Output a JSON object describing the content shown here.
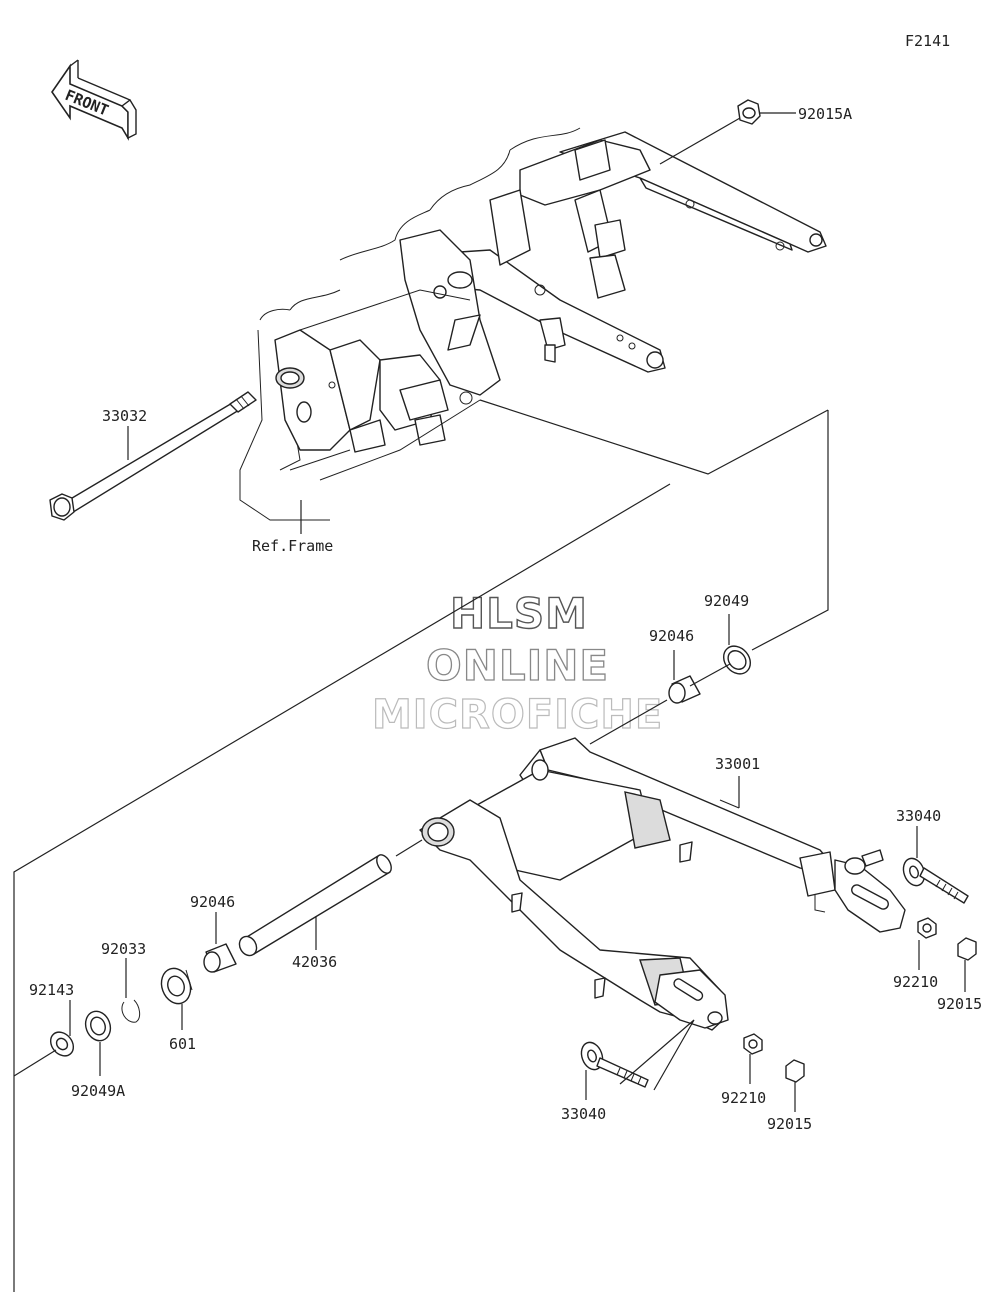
{
  "figure_code": "F2141",
  "front_label": "FRONT",
  "ref_label": "Ref.Frame",
  "watermark": {
    "line1": "HLSM",
    "line2": "ONLINE",
    "line3": "MICROFICHE"
  },
  "parts": {
    "p92015A": "92015A",
    "p33032": "33032",
    "p92049": "92049",
    "p92046_top": "92046",
    "p33001": "33001",
    "p33040_right": "33040",
    "p92210_right": "92210",
    "p92015_right": "92015",
    "p92046_left": "92046",
    "p42036": "42036",
    "p92033": "92033",
    "p92143": "92143",
    "p601": "601",
    "p92049A": "92049A",
    "p33040_bottom": "33040",
    "p92210_bottom": "92210",
    "p92015_bottom": "92015"
  }
}
